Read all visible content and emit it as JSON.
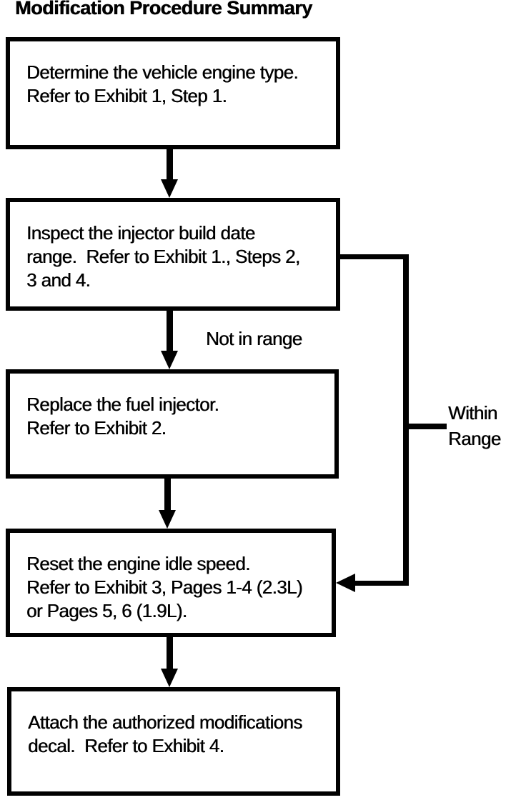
{
  "title": "Modification Procedure Summary",
  "colors": {
    "ink": "#010101",
    "paper": "#ffffff"
  },
  "flowchart": {
    "boxes": [
      {
        "id": "determine-engine-type",
        "text": "Determine the vehicle engine type.\nRefer to Exhibit 1, Step 1."
      },
      {
        "id": "inspect-build-date",
        "text": "Inspect the injector build date\nrange.  Refer to Exhibit 1., Steps 2,\n3 and 4."
      },
      {
        "id": "replace-injector",
        "text": "Replace the fuel injector.\nRefer to Exhibit 2."
      },
      {
        "id": "reset-idle-speed",
        "text": "Reset the engine idle speed.\nRefer to Exhibit 3, Pages 1-4 (2.3L)\nor Pages 5, 6 (1.9L)."
      },
      {
        "id": "attach-decal",
        "text": "Attach the authorized modifications\ndecal.  Refer to Exhibit 4."
      }
    ],
    "edge_labels": {
      "not_in_range": "Not in range",
      "within_range": "Within\nRange"
    },
    "edges": [
      {
        "from": "determine-engine-type",
        "to": "inspect-build-date",
        "label": ""
      },
      {
        "from": "inspect-build-date",
        "to": "replace-injector",
        "label": "Not in range"
      },
      {
        "from": "inspect-build-date",
        "to": "reset-idle-speed",
        "label": "Within Range"
      },
      {
        "from": "replace-injector",
        "to": "reset-idle-speed",
        "label": ""
      },
      {
        "from": "reset-idle-speed",
        "to": "attach-decal",
        "label": ""
      }
    ]
  }
}
